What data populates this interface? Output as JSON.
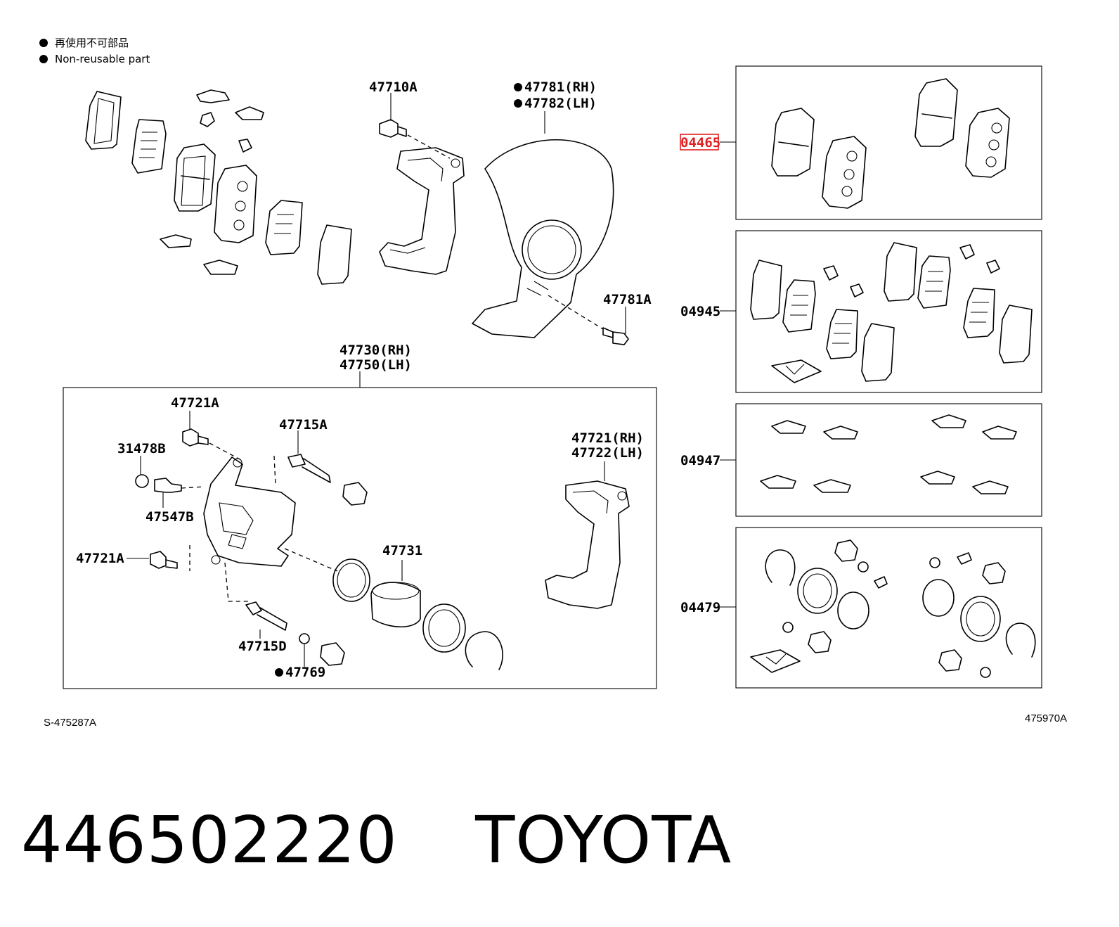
{
  "legend": {
    "line_jp": "再使用不可部品",
    "line_en": "Non-reusable part"
  },
  "labels": {
    "p47710A": "47710A",
    "p47781RH": "47781(RH)",
    "p47782LH": "47782(LH)",
    "p47781A": "47781A",
    "p47730RH": "47730(RH)",
    "p47750LH": "47750(LH)",
    "p47721A_top": "47721A",
    "p47715A": "47715A",
    "p31478B": "31478B",
    "p47547B": "47547B",
    "p47721A_left": "47721A",
    "p47731": "47731",
    "p47721RH": "47721(RH)",
    "p47722LH": "47722(LH)",
    "p47715D": "47715D",
    "p47769": "47769",
    "kit04465": "04465",
    "kit04945": "04945",
    "kit04947": "04947",
    "kit04479": "04479"
  },
  "refs": {
    "left": "S-475287A",
    "right": "475970A"
  },
  "title": {
    "part_number": "446502220",
    "brand": "TOYOTA"
  },
  "colors": {
    "highlight": "#e02020",
    "ink": "#000000"
  }
}
